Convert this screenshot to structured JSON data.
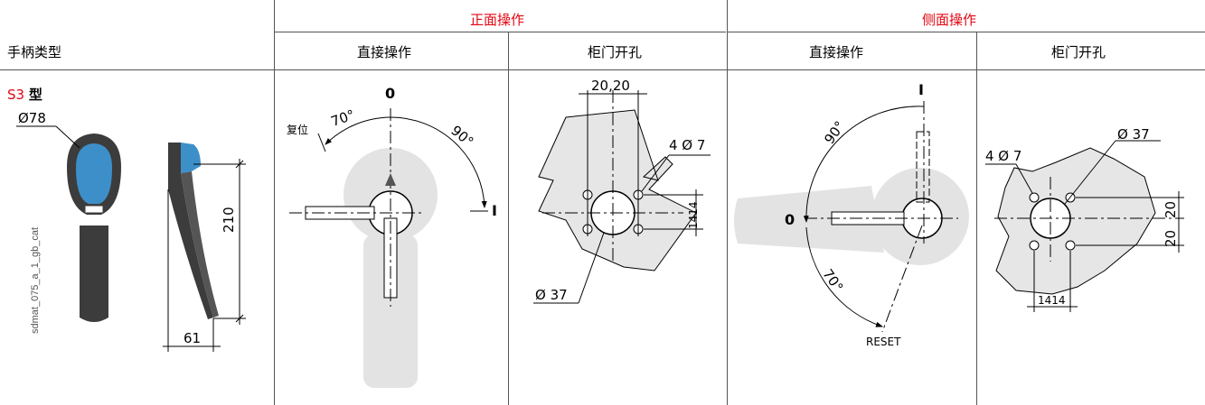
{
  "header": {
    "handle_type": "手柄类型",
    "front_group": "正面操作",
    "side_group": "侧面操作",
    "front_direct": "直接操作",
    "front_door": "柜门开孔",
    "side_direct": "直接操作",
    "side_door": "柜门开孔"
  },
  "handle": {
    "type_code": "S3",
    "type_suffix": "型",
    "diameter": "Ø78",
    "height": "210",
    "width": "61",
    "code": "sdmat_075_a_1_gb_cat"
  },
  "front_direct": {
    "zero": "0",
    "one": "I",
    "reset": "复位",
    "angle_reset": "70°",
    "angle_on": "90°"
  },
  "front_door": {
    "dim_top": "20,20",
    "holes": "4 Ø 7",
    "dim_side": "1414",
    "center_hole": "Ø 37"
  },
  "side_direct": {
    "one": "I",
    "zero": "0",
    "angle_on": "90°",
    "angle_reset": "70°",
    "reset": "RESET"
  },
  "side_door": {
    "holes": "4 Ø 7",
    "center_hole": "Ø 37",
    "dim_side_a": "20",
    "dim_side_b": "20",
    "dim_bottom": "1414"
  },
  "colors": {
    "accent_red": "#e30613",
    "handle_blue": "#3d8fc9",
    "handle_dark": "#3c3c3c",
    "panel_grey": "#e6e6e6",
    "ghost_grey": "#e3e3e3"
  }
}
